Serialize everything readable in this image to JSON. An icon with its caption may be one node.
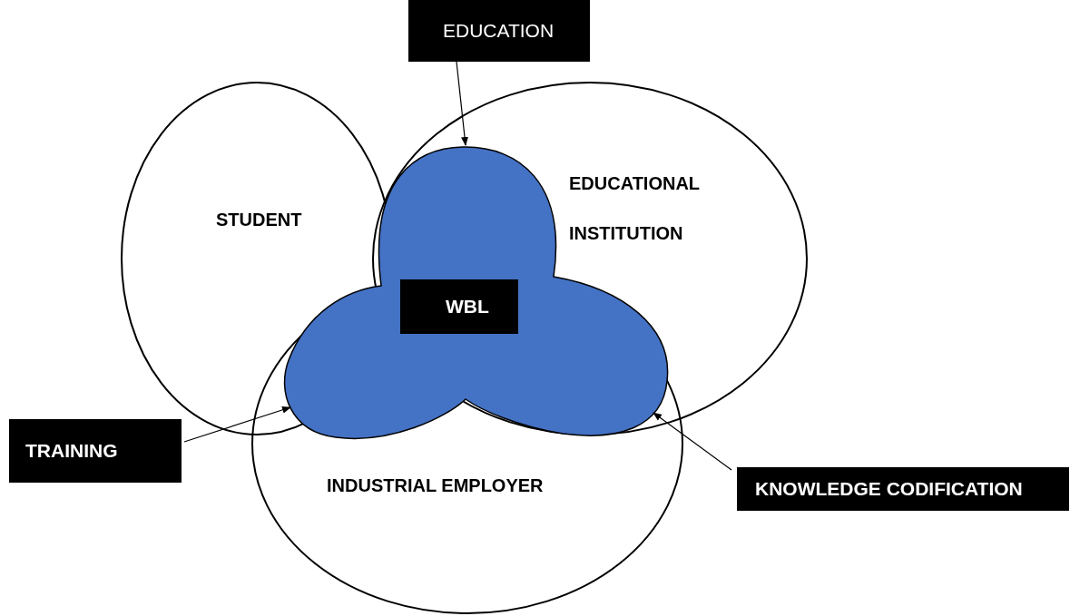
{
  "diagram": {
    "nodes": [
      {
        "text": [
          "STUDENT"
        ]
      },
      {
        "text": [
          "EDUCATIONAL INSTITUTION"
        ]
      },
      {
        "text": [
          "INDUSTRIAL EMPLOYER"
        ]
      },
      {
        "text": [],
        "shape": "cloud"
      },
      {
        "text": [
          "WBL"
        ]
      },
      {
        "text": [
          "EDUCATION"
        ]
      },
      {
        "text": [
          "TRAINING"
        ]
      },
      {
        "text": [
          "KNOWLEDGE CODIFICATION"
        ]
      }
    ],
    "edges": [
      {
        "from": 5,
        "to": 3,
        "arrow": "to"
      },
      {
        "from": 6,
        "to": 3,
        "arrow": "to"
      },
      {
        "from": 7,
        "to": 3,
        "arrow": "to"
      }
    ]
  }
}
